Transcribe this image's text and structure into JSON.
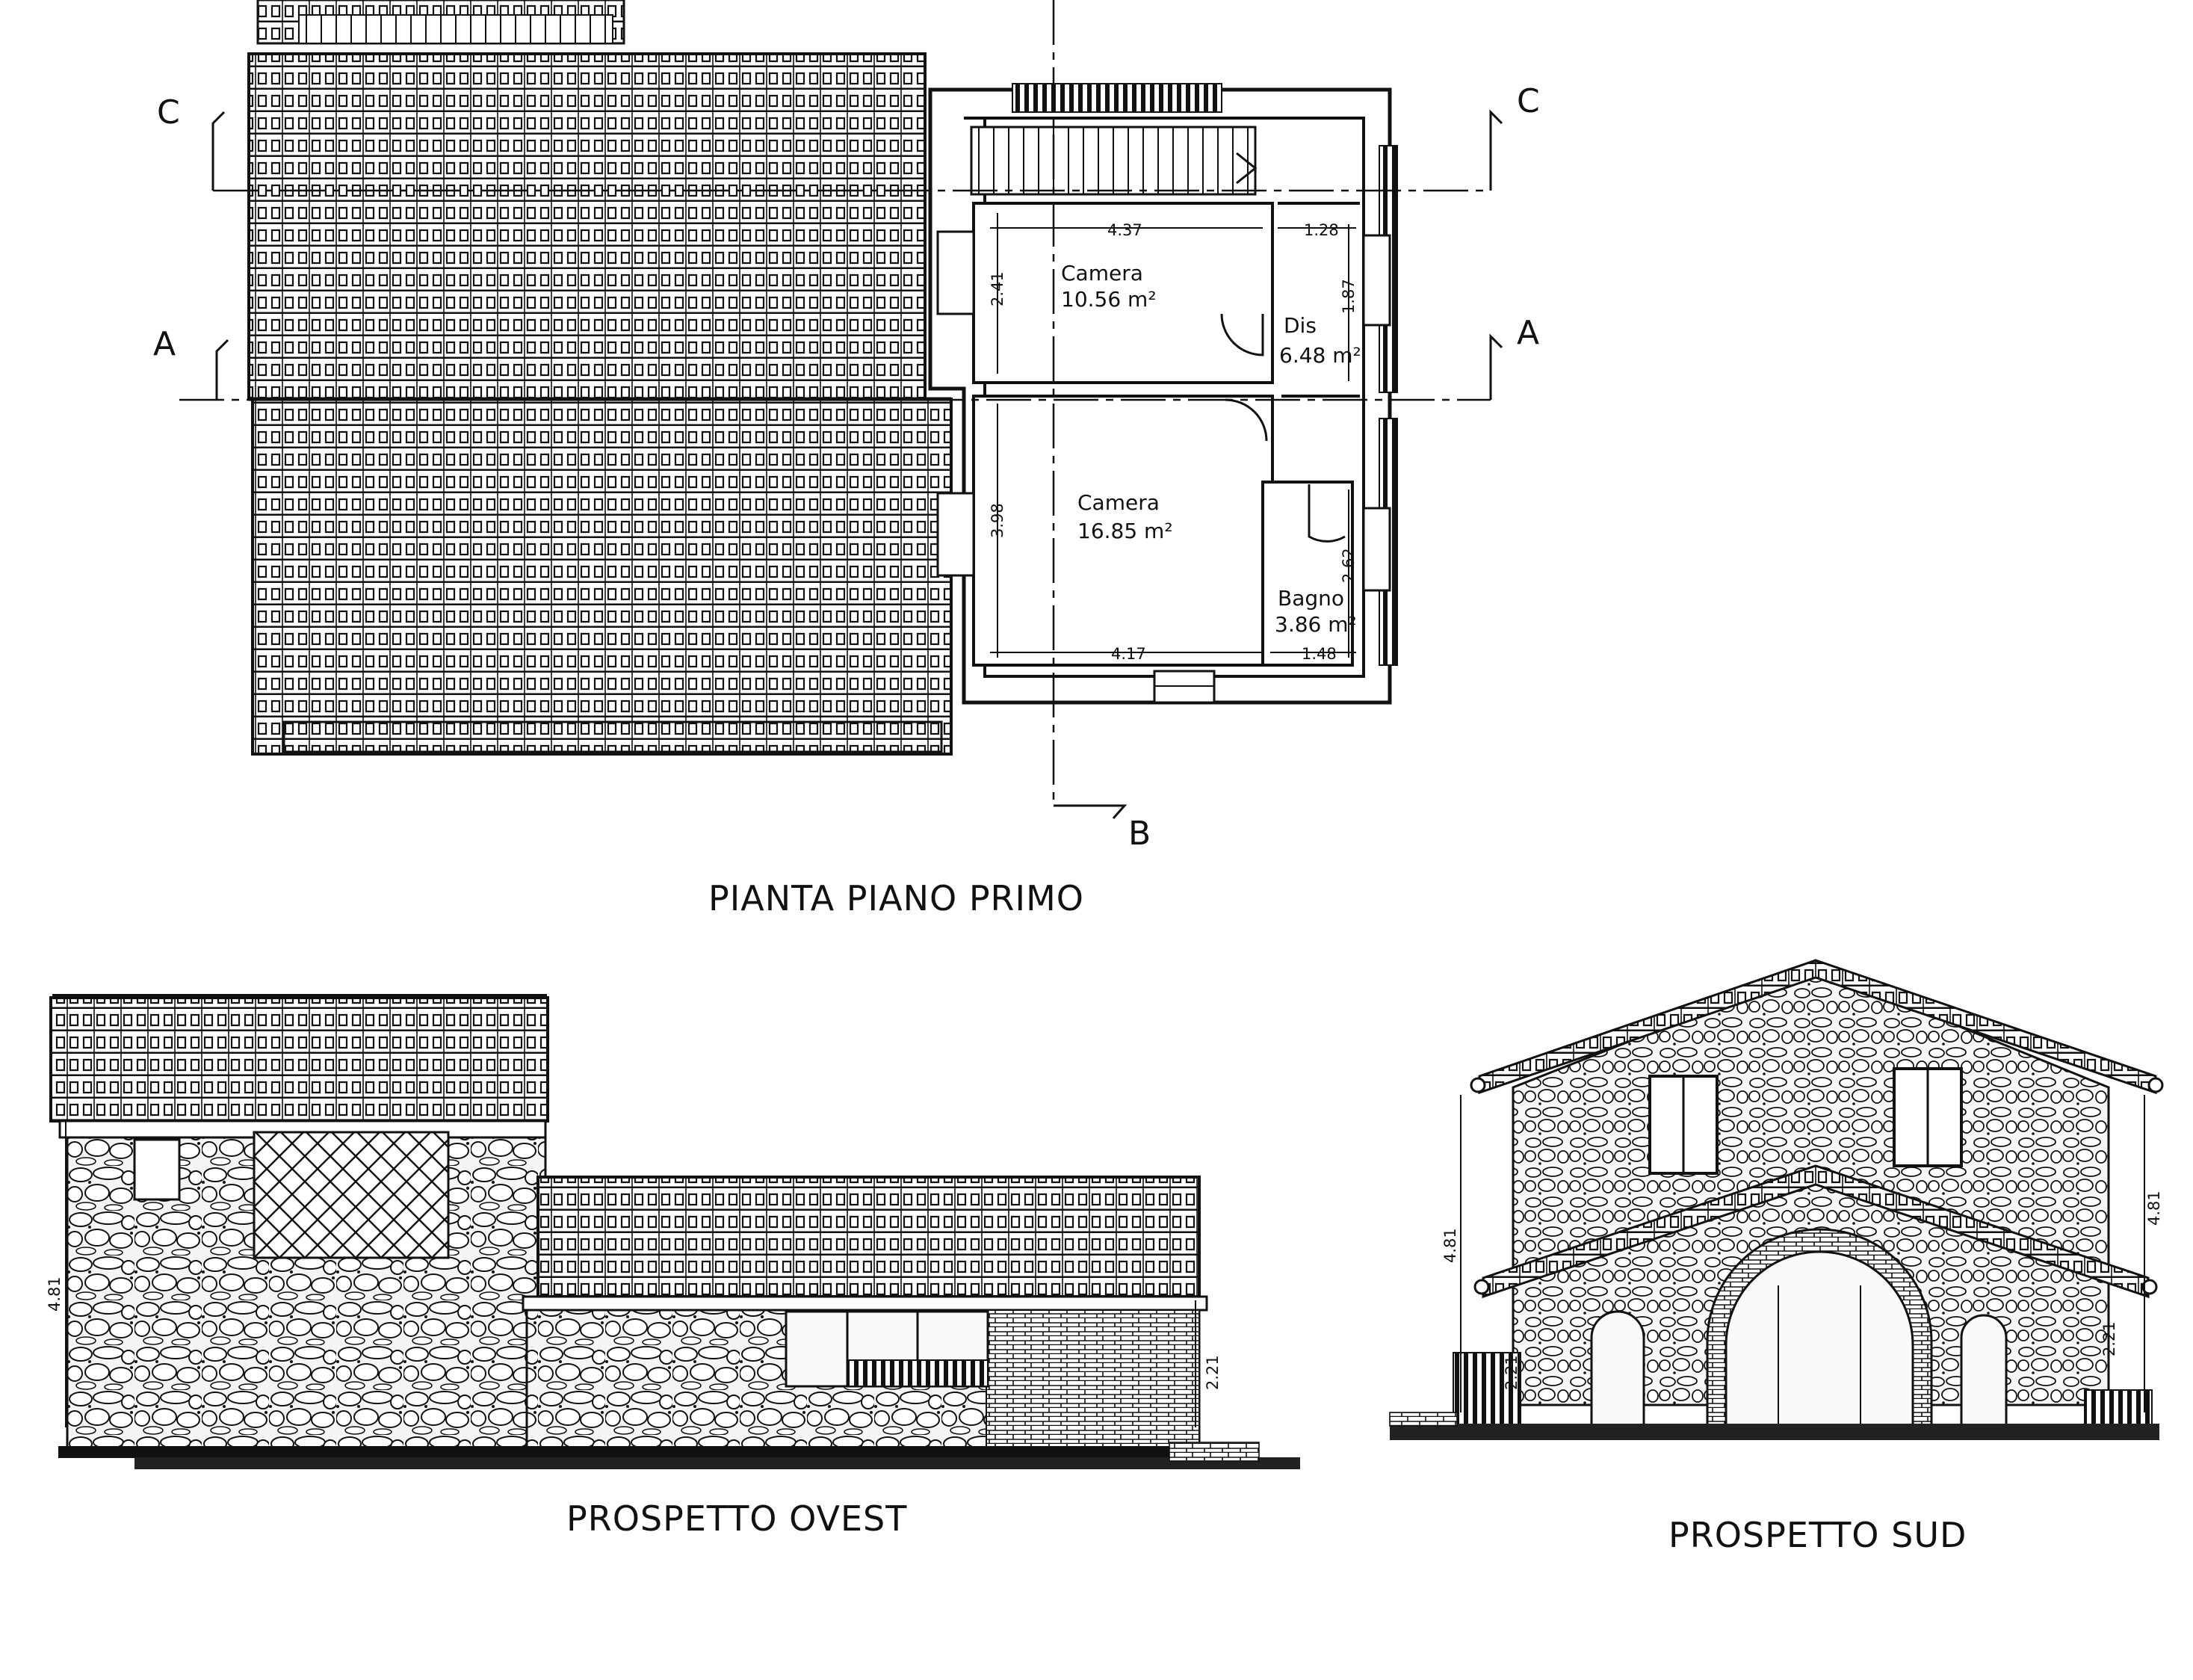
{
  "plan": {
    "title": "PIANTA PIANO PRIMO",
    "rooms": [
      {
        "name": "Camera",
        "area": "10.56 m²"
      },
      {
        "name": "Dis",
        "area": "6.48 m²"
      },
      {
        "name": "Camera",
        "area": "16.85 m²"
      },
      {
        "name": "Bagno",
        "area": "3.86 m²"
      }
    ],
    "dimensions": {
      "top_width_1": "4.37",
      "top_width_2": "1.28",
      "left_height_1": "2.41",
      "left_height_2": "3.98",
      "right_height_1": "1.87",
      "right_height_2": "2.62",
      "bottom_width_1": "4.17",
      "bottom_width_2": "1.48"
    },
    "section_marks": {
      "a": "A",
      "b": "B",
      "c": "C"
    }
  },
  "elevation_west": {
    "title": "PROSPETTO OVEST",
    "dim_height": "4.81",
    "dim_low": "2.21"
  },
  "elevation_south": {
    "title": "PROSPETTO SUD",
    "dim_height_left": "4.81",
    "dim_height_right": "4.81",
    "dim_low_left": "2.21",
    "dim_low_right": "2.21"
  }
}
